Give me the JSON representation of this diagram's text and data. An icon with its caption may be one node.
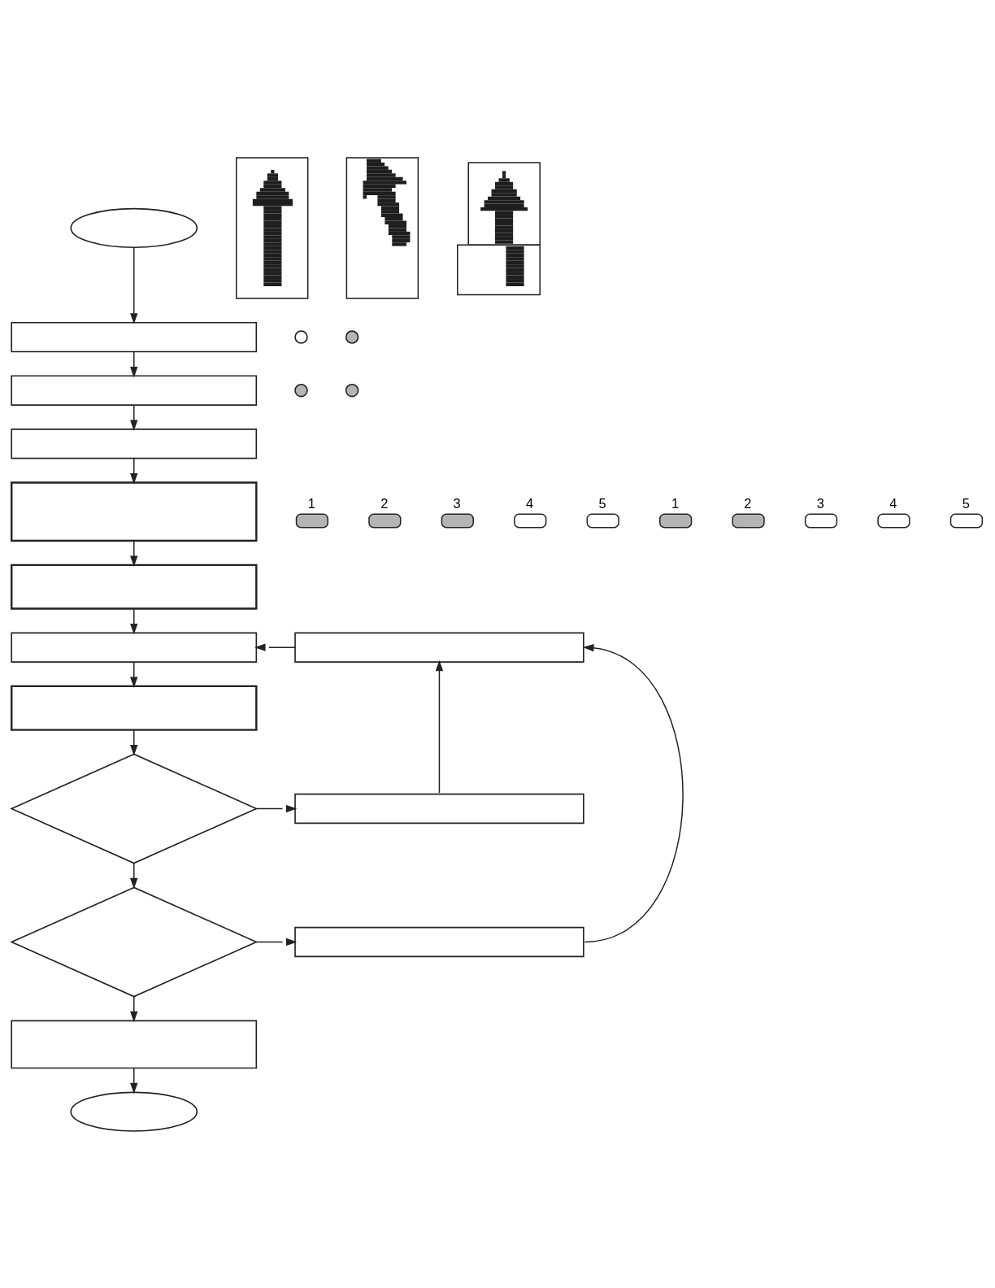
{
  "diagram": {
    "nodes": [
      {
        "text": [],
        "shape": "picture"
      },
      {
        "text": [],
        "shape": "picture"
      },
      {
        "text": [],
        "shape": "picture"
      },
      {
        "text": [],
        "shape": "oval"
      },
      {
        "text": [],
        "shape": "box"
      },
      {
        "text": [],
        "shape": "box"
      },
      {
        "text": [],
        "shape": "box"
      },
      {
        "text": [],
        "shape": "box"
      },
      {
        "text": [],
        "shape": "box"
      },
      {
        "text": [],
        "shape": "box"
      },
      {
        "text": [],
        "shape": "box"
      },
      {
        "text": [],
        "shape": "diamond"
      },
      {
        "text": [],
        "shape": "diamond"
      },
      {
        "text": [],
        "shape": "box"
      },
      {
        "text": [],
        "shape": "oval"
      },
      {
        "text": [],
        "shape": "box"
      },
      {
        "text": [],
        "shape": "box"
      },
      {
        "text": [],
        "shape": "box"
      },
      {
        "text": [],
        "shape": "circle"
      },
      {
        "text": [],
        "shape": "circle"
      },
      {
        "text": [],
        "shape": "circle"
      },
      {
        "text": [],
        "shape": "circle"
      },
      {
        "text": [
          "1"
        ]
      },
      {
        "text": [
          "2"
        ]
      },
      {
        "text": [
          "3"
        ]
      },
      {
        "text": [
          "4"
        ]
      },
      {
        "text": [
          "5"
        ]
      },
      {
        "text": [
          "1"
        ]
      },
      {
        "text": [
          "2"
        ]
      },
      {
        "text": [
          "3"
        ]
      },
      {
        "text": [
          "4"
        ]
      },
      {
        "text": [
          "5"
        ]
      }
    ],
    "edges": [
      {
        "from": 3,
        "to": 4,
        "arrow": "to"
      },
      {
        "from": 4,
        "to": 5,
        "arrow": "to"
      },
      {
        "from": 5,
        "to": 6,
        "arrow": "to"
      },
      {
        "from": 6,
        "to": 7,
        "arrow": "to"
      },
      {
        "from": 7,
        "to": 8,
        "arrow": "to"
      },
      {
        "from": 8,
        "to": 9,
        "arrow": "to"
      },
      {
        "from": 9,
        "to": 10,
        "arrow": "to"
      },
      {
        "from": 10,
        "to": 11,
        "arrow": "to"
      },
      {
        "from": 11,
        "to": 16,
        "arrow": "to"
      },
      {
        "from": 11,
        "to": 12,
        "arrow": "to"
      },
      {
        "from": 12,
        "to": 17,
        "arrow": "to"
      },
      {
        "from": 12,
        "to": 13,
        "arrow": "to"
      },
      {
        "from": 13,
        "to": 14,
        "arrow": "to"
      },
      {
        "from": 16,
        "to": 15,
        "arrow": "to"
      },
      {
        "from": 17,
        "to": 15,
        "arrow": "to"
      },
      {
        "from": 15,
        "to": 9,
        "arrow": "to"
      }
    ]
  }
}
